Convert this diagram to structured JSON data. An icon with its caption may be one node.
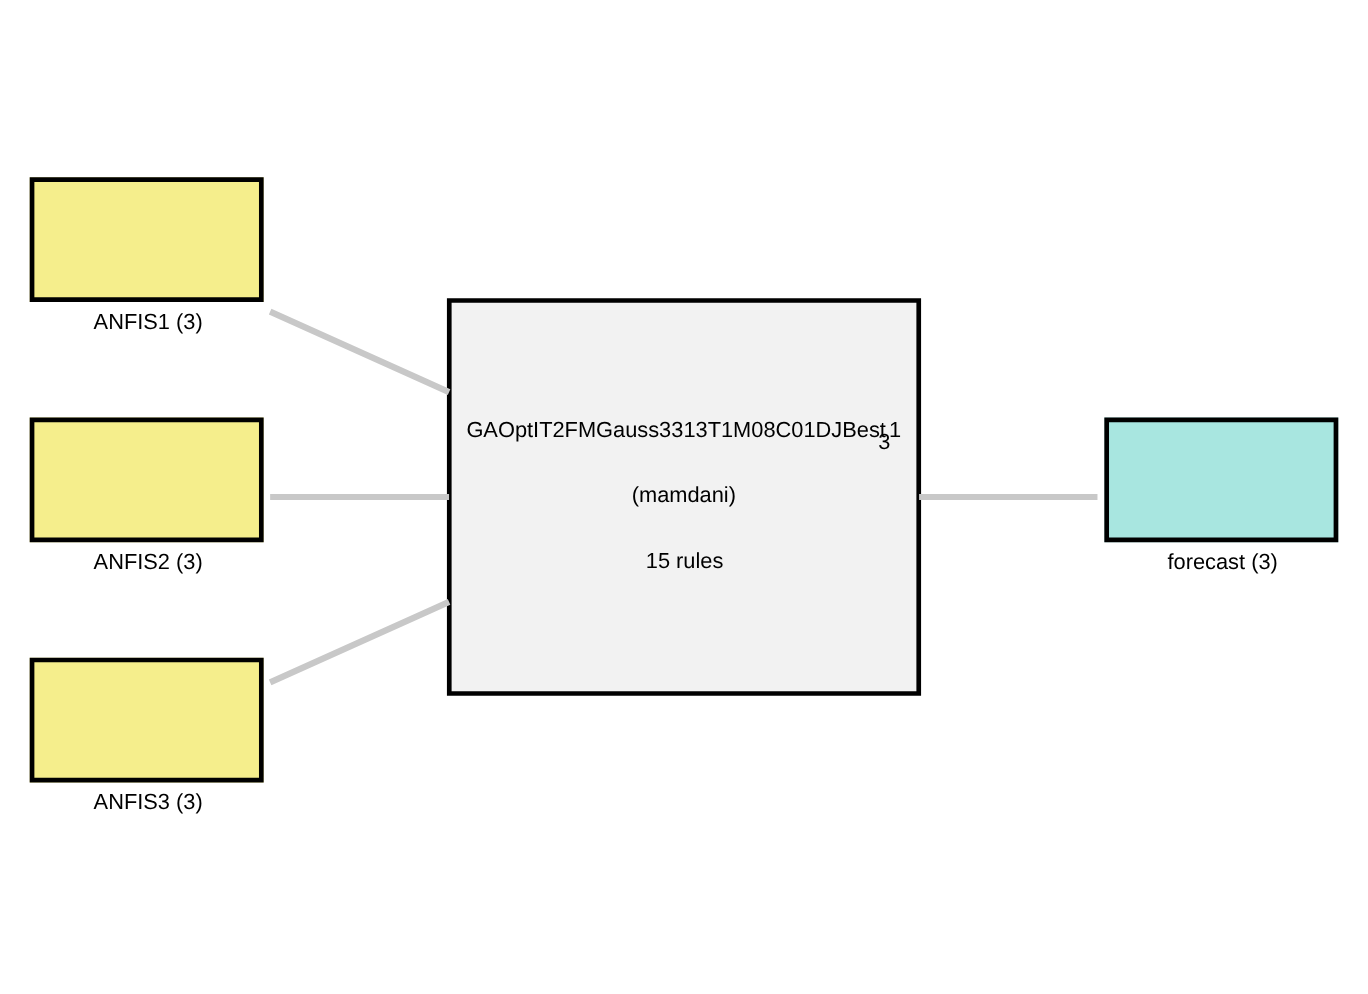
{
  "diagram": {
    "nodes": [
      {
        "text": [
          "ANFIS1 (3)"
        ]
      },
      {
        "text": [
          "ANFIS2 (3)"
        ]
      },
      {
        "text": [
          "ANFIS3 (3)"
        ]
      },
      {
        "text": [
          "GAOptIT2FMGauss3313T1M08C01DJBest$_{3}$1",
          "(mamdani)",
          "15 rules"
        ]
      },
      {
        "text": [
          "forecast (3)"
        ]
      }
    ],
    "edges": [
      {
        "from": 0,
        "to": 3,
        "arrow": "none"
      },
      {
        "from": 1,
        "to": 3,
        "arrow": "none"
      },
      {
        "from": 2,
        "to": 3,
        "arrow": "none"
      },
      {
        "from": 3,
        "to": 4,
        "arrow": "none"
      }
    ]
  }
}
